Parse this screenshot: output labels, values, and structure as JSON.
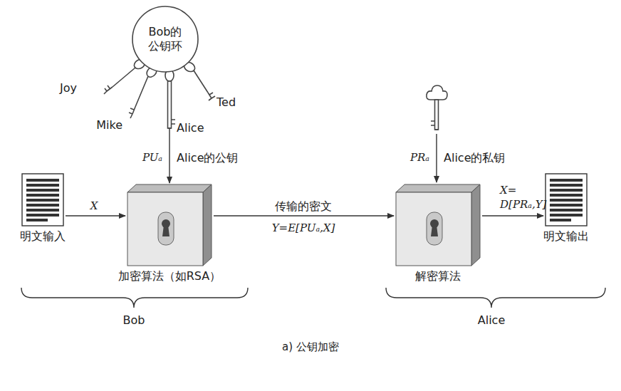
{
  "diagram": {
    "caption": "a) 公钥加密",
    "nodes": [
      {
        "text": [
          "Bob的 公钥环"
        ]
      },
      {
        "text": [
          "明文输入"
        ]
      },
      {
        "text": [
          "加密算法（如RSA）"
        ]
      },
      {
        "text": [
          "解密算法"
        ]
      },
      {
        "text": [
          "明文输出"
        ]
      }
    ],
    "edges": [
      {
        "from": 0,
        "to": 2,
        "arrow": "to"
      },
      {
        "from": 1,
        "to": 2,
        "label": "X",
        "arrow": "to"
      },
      {
        "from": 2,
        "to": 3,
        "label": "传输的密文",
        "arrow": "to"
      },
      {
        "from": 3,
        "to": 4,
        "arrow": "to"
      }
    ],
    "labels": [
      "Joy",
      "Mike",
      "Alice",
      "Ted",
      "PUₐ",
      "Alice的公钥",
      "Y=E[PUₐ,X]",
      "PRₐ",
      "Alice的私钥",
      "X=",
      "D[PRₐ,Y]",
      "Bob",
      "Alice"
    ]
  }
}
